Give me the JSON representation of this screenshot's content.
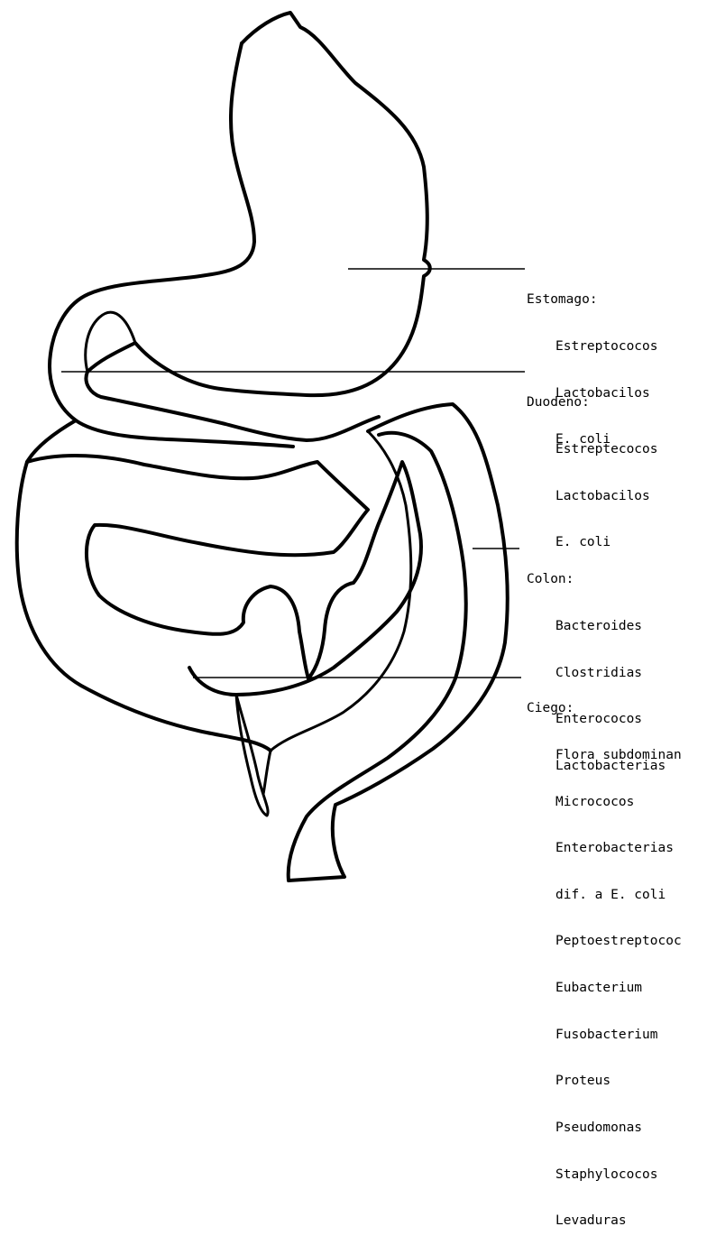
{
  "regions": [
    {
      "id": "estomago",
      "title": "Estomago:",
      "organisms": [
        "Estreptococos",
        "Lactobacilos",
        "E. coli"
      ]
    },
    {
      "id": "duodeno",
      "title": "Duodeno:",
      "organisms": [
        "Estreptecocos",
        "Lactobacilos",
        "E. coli"
      ]
    },
    {
      "id": "colon",
      "title": "Colon:",
      "organisms": [
        "Bacteroides",
        "Clostridias",
        "Enterococos",
        "Lactobacterias"
      ]
    },
    {
      "id": "ciego",
      "title": "Ciego:",
      "organisms": [
        "Flora subdominan",
        "Micrococos",
        "Enterobacterias",
        "dif. a E. coli",
        "Peptoestreptococ",
        "Eubacterium",
        "Fusobacterium",
        "Proteus",
        "Pseudomonas",
        "Staphylococos",
        "Levaduras"
      ]
    }
  ]
}
